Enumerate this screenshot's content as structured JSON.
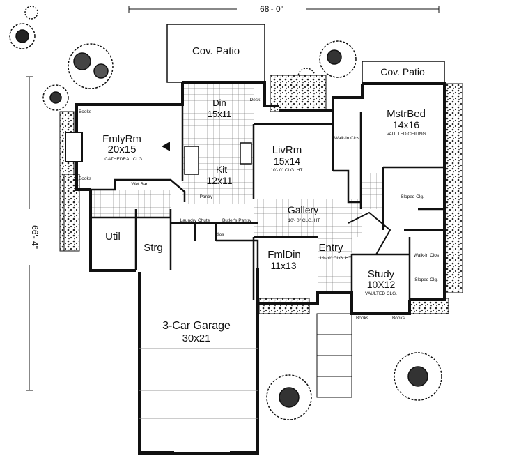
{
  "dimensions": {
    "width_label": "68'- 0\"",
    "depth_label": "66'- 4\""
  },
  "rooms": {
    "cov_patio_left": {
      "name": "Cov. Patio"
    },
    "cov_patio_right": {
      "name": "Cov. Patio"
    },
    "din": {
      "name": "Din",
      "size": "15x11"
    },
    "desk": {
      "name": "Desk"
    },
    "fmlyrm": {
      "name": "FmlyRm",
      "size": "20x15",
      "note": "CATHEDRAL CLG."
    },
    "books_fam_top": {
      "name": "Books"
    },
    "books_fam_bottom": {
      "name": "Books"
    },
    "wet_bar": {
      "name": "Wet Bar"
    },
    "kit": {
      "name": "Kit",
      "size": "12x11"
    },
    "pantry": {
      "name": "Pantry"
    },
    "livrm": {
      "name": "LivRm",
      "size": "15x14",
      "note": "10'- 0\" CLG. HT."
    },
    "mstrbed": {
      "name": "MstrBed",
      "size": "14x16",
      "note": "VAULTED CEILING"
    },
    "walk_in_clos_top": {
      "name": "Walk-in Clos"
    },
    "sloped_clg_top": {
      "name": "Sloped Clg."
    },
    "gallery": {
      "name": "Gallery",
      "note": "10'- 0\" CLG. HT."
    },
    "laundry_chute": {
      "name": "Laundry Chute"
    },
    "butlers_pantry": {
      "name": "Butler's Pantry"
    },
    "clos": {
      "name": "Clos"
    },
    "util": {
      "name": "Util"
    },
    "strg": {
      "name": "Strg"
    },
    "fmldin": {
      "name": "FmlDin",
      "size": "11x13"
    },
    "entry": {
      "name": "Entry",
      "note": "19'- 0\" CLG. HT."
    },
    "walk_in_clos_bottom": {
      "name": "Walk-in Clos"
    },
    "sloped_clg_bottom": {
      "name": "Sloped Clg."
    },
    "study": {
      "name": "Study",
      "size": "10X12",
      "note": "VAULTED CLG."
    },
    "books_study_left": {
      "name": "Books"
    },
    "books_study_right": {
      "name": "Books"
    },
    "garage": {
      "name": "3-Car Garage",
      "size": "30x21"
    }
  }
}
